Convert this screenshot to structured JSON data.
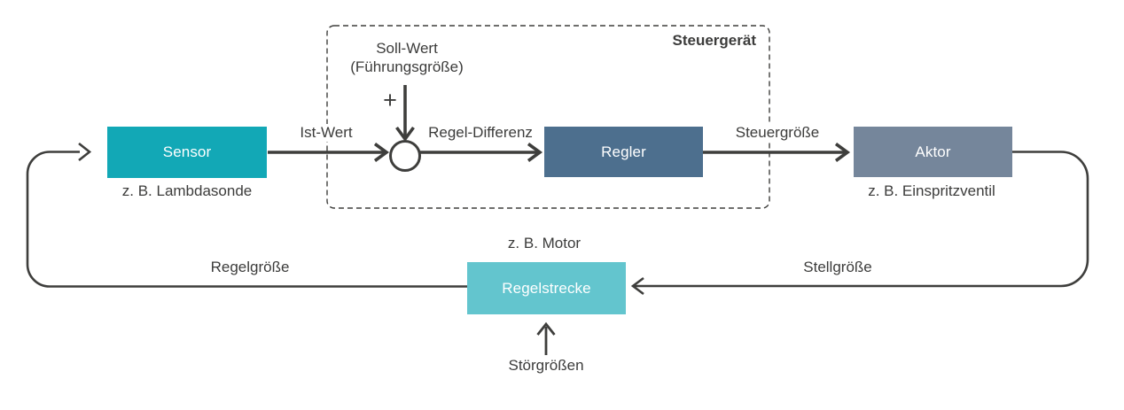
{
  "diagram_title": "Steuergerät",
  "colors": {
    "sensor_box": "#12a8b6",
    "regler_box": "#4d6f8e",
    "aktor_box": "#75869b",
    "regelstrecke_box": "#63c5ce",
    "line": "#3e3e3c",
    "text": "#3c3c3b"
  },
  "nodes": {
    "sensor": {
      "label": "Sensor",
      "caption": "z. B. Lambdasonde"
    },
    "regler": {
      "label": "Regler"
    },
    "aktor": {
      "label": "Aktor",
      "caption": "z. B. Einspritzventil"
    },
    "regelstrecke": {
      "label": "Regelstrecke",
      "caption": "z. B. Motor"
    }
  },
  "summing_junction": {
    "plus_sign": "+"
  },
  "labels": {
    "steuergeraet": "Steuergerät",
    "soll_wert_line1": "Soll-Wert",
    "soll_wert_line2": "(Führungsgröße)",
    "ist_wert": "Ist-Wert",
    "regel_differenz": "Regel-Differenz",
    "steuergroesse": "Steuergröße",
    "stellgroesse": "Stellgröße",
    "regelgroesse": "Regelgröße",
    "stoergroessen": "Störgrößen"
  }
}
